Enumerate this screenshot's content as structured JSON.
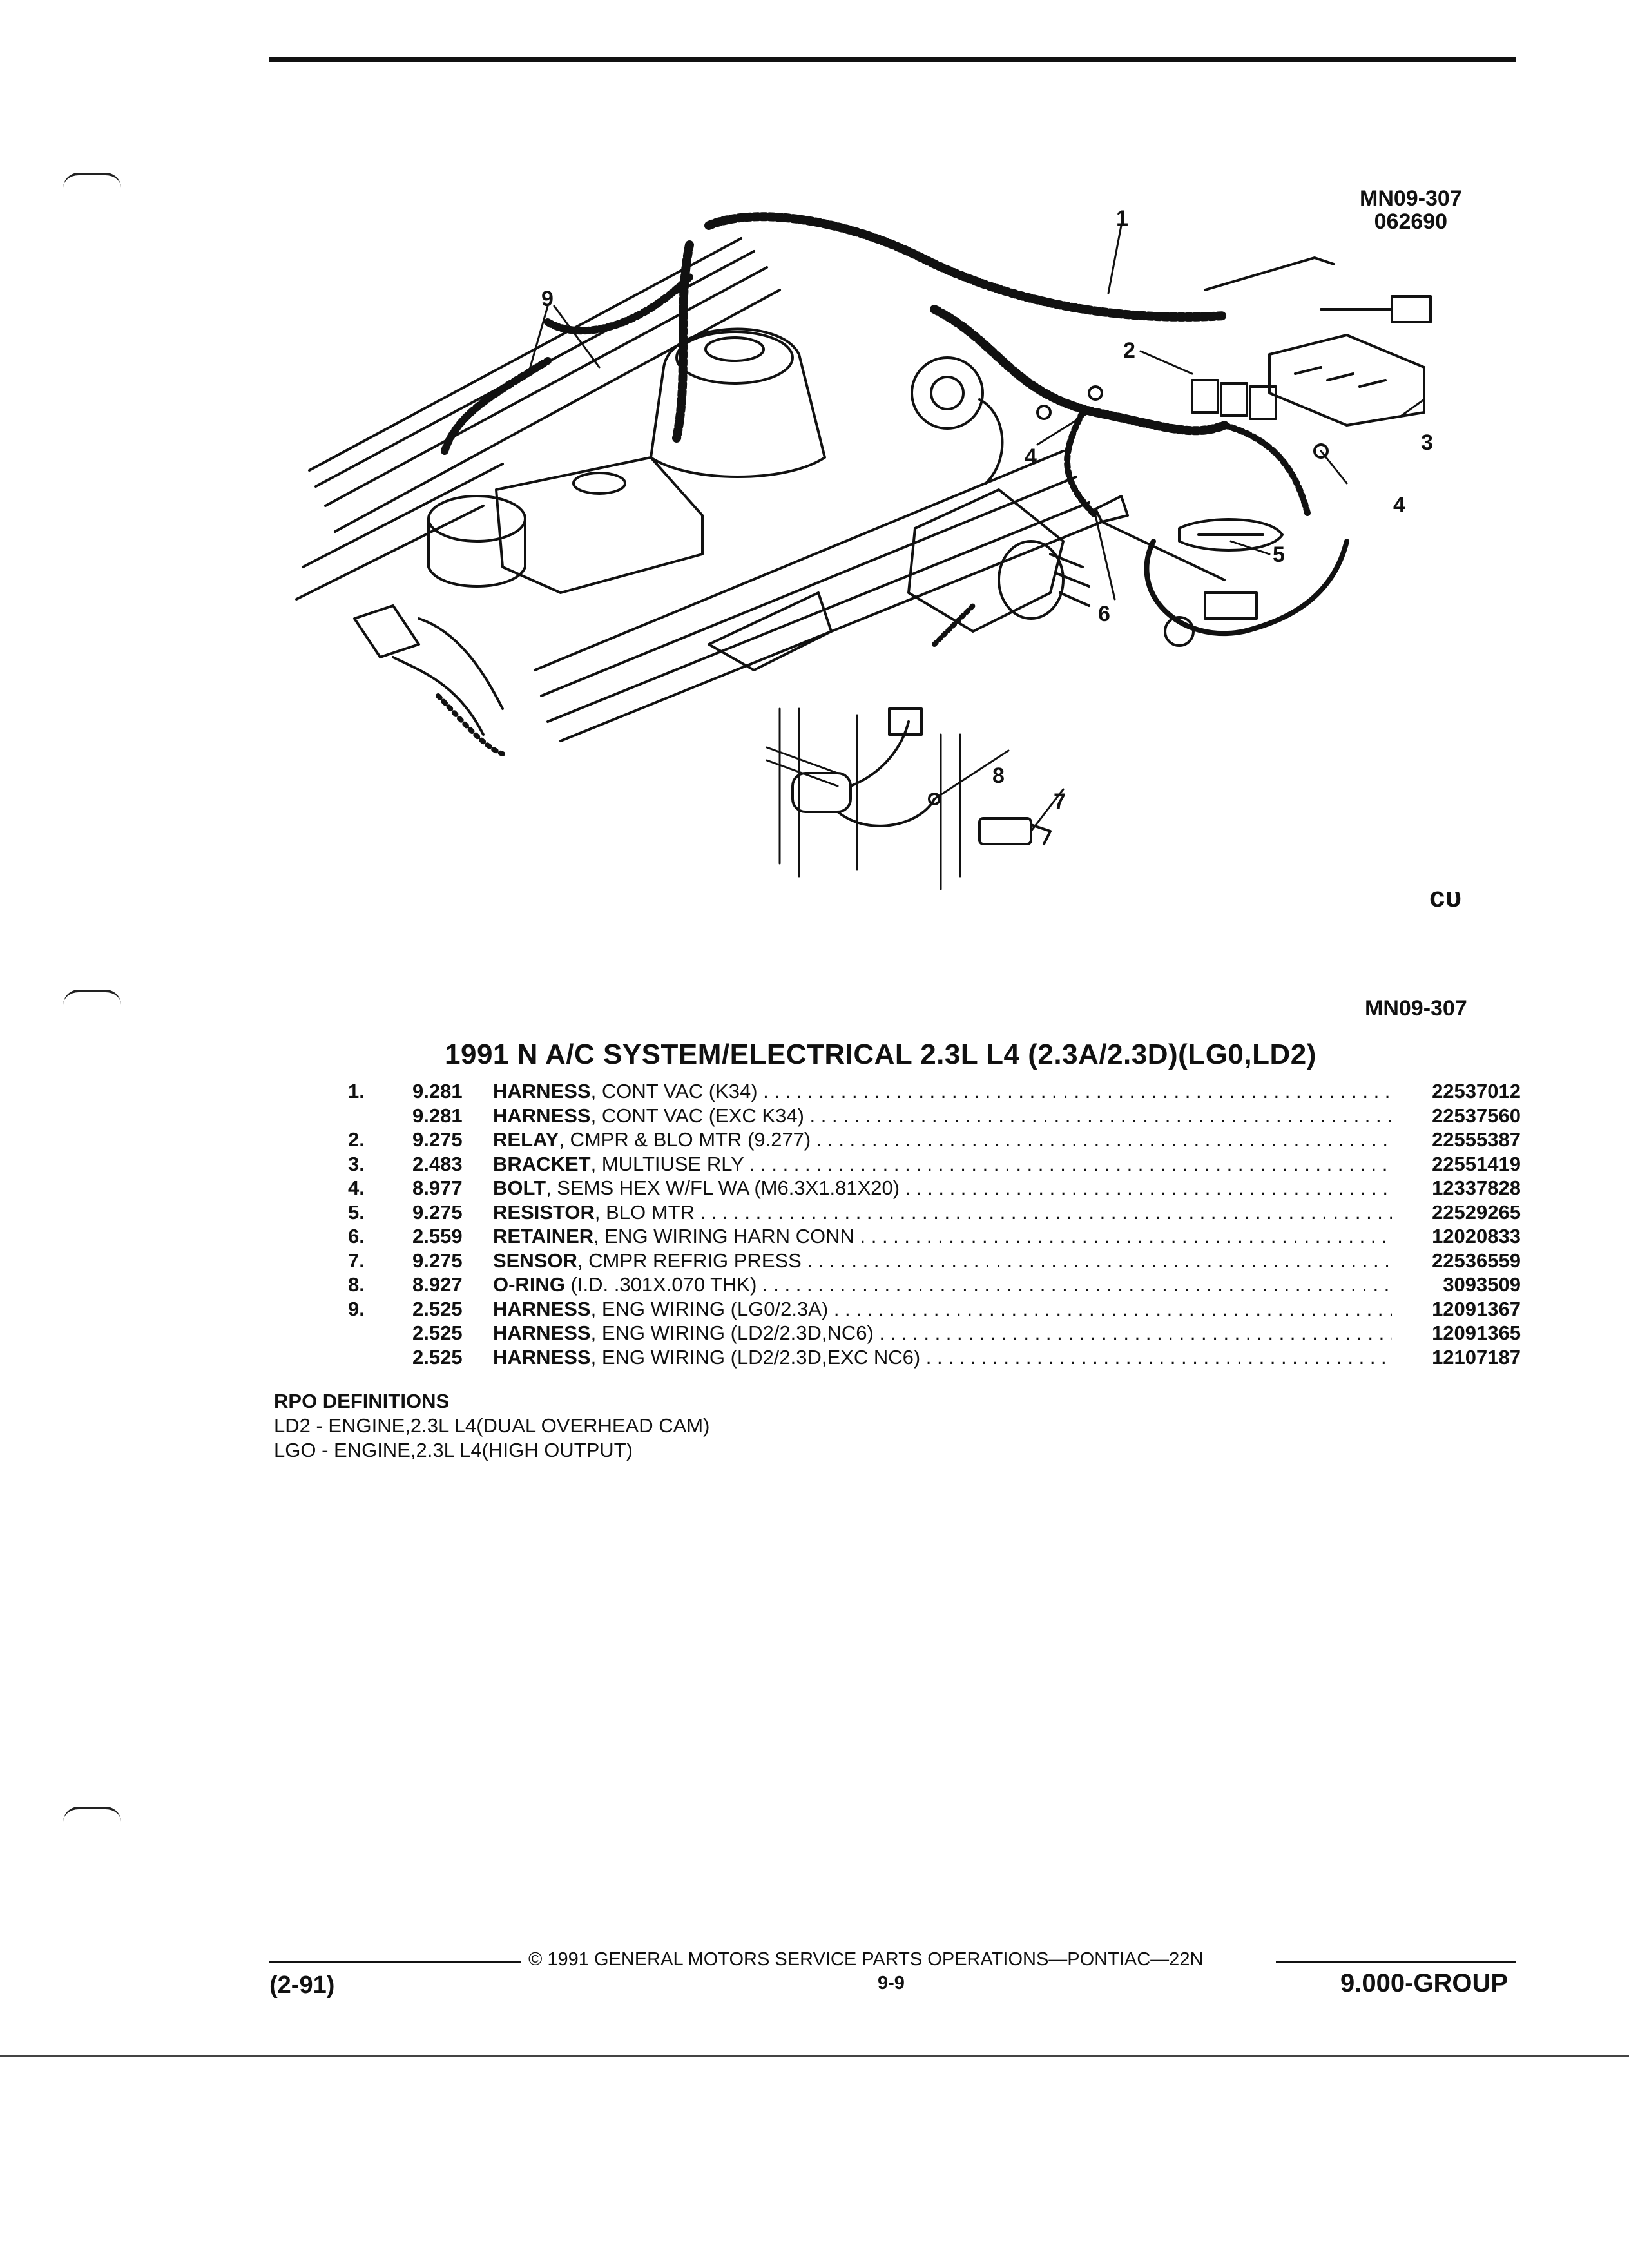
{
  "figure": {
    "code": "MN09-307",
    "date_code": "062690",
    "callouts": [
      "1",
      "2",
      "3",
      "4",
      "4",
      "5",
      "6",
      "7",
      "8",
      "9"
    ],
    "logo_text": "ᴄᴜ",
    "reference": "MN09-307"
  },
  "title": "1991 N A/C SYSTEM/ELECTRICAL 2.3L L4 (2.3A/2.3D)(LG0,LD2)",
  "parts": [
    {
      "index": "1.",
      "group": "9.281",
      "name": "HARNESS",
      "detail": ", CONT VAC (K34)",
      "part_no": "22537012"
    },
    {
      "index": "",
      "group": "9.281",
      "name": "HARNESS",
      "detail": ", CONT VAC (EXC K34)",
      "part_no": "22537560"
    },
    {
      "index": "2.",
      "group": "9.275",
      "name": "RELAY",
      "detail": ", CMPR & BLO MTR (9.277)",
      "part_no": "22555387"
    },
    {
      "index": "3.",
      "group": "2.483",
      "name": "BRACKET",
      "detail": ", MULTIUSE RLY",
      "part_no": "22551419"
    },
    {
      "index": "4.",
      "group": "8.977",
      "name": "BOLT",
      "detail": ", SEMS HEX W/FL WA (M6.3X1.81X20)",
      "part_no": "12337828"
    },
    {
      "index": "5.",
      "group": "9.275",
      "name": "RESISTOR",
      "detail": ", BLO MTR",
      "part_no": "22529265"
    },
    {
      "index": "6.",
      "group": "2.559",
      "name": "RETAINER",
      "detail": ", ENG WIRING HARN CONN",
      "part_no": "12020833"
    },
    {
      "index": "7.",
      "group": "9.275",
      "name": "SENSOR",
      "detail": ", CMPR REFRIG PRESS",
      "part_no": "22536559"
    },
    {
      "index": "8.",
      "group": "8.927",
      "name": "O-RING",
      "detail": " (I.D. .301X.070 THK)",
      "part_no": "3093509"
    },
    {
      "index": "9.",
      "group": "2.525",
      "name": "HARNESS",
      "detail": ", ENG WIRING (LG0/2.3A)",
      "part_no": "12091367"
    },
    {
      "index": "",
      "group": "2.525",
      "name": "HARNESS",
      "detail": ", ENG WIRING (LD2/2.3D,NC6)",
      "part_no": "12091365"
    },
    {
      "index": "",
      "group": "2.525",
      "name": "HARNESS",
      "detail": ", ENG WIRING (LD2/2.3D,EXC NC6)",
      "part_no": "12107187"
    }
  ],
  "rpo": {
    "heading": "RPO DEFINITIONS",
    "items": [
      "LD2 - ENGINE,2.3L L4(DUAL OVERHEAD CAM)",
      "LGO - ENGINE,2.3L L4(HIGH OUTPUT)"
    ]
  },
  "footer": {
    "copyright": "©  1991  GENERAL MOTORS SERVICE PARTS OPERATIONS—PONTIAC—22N",
    "date": "(2-91)",
    "page": "9-9",
    "group": "9.000-GROUP"
  }
}
